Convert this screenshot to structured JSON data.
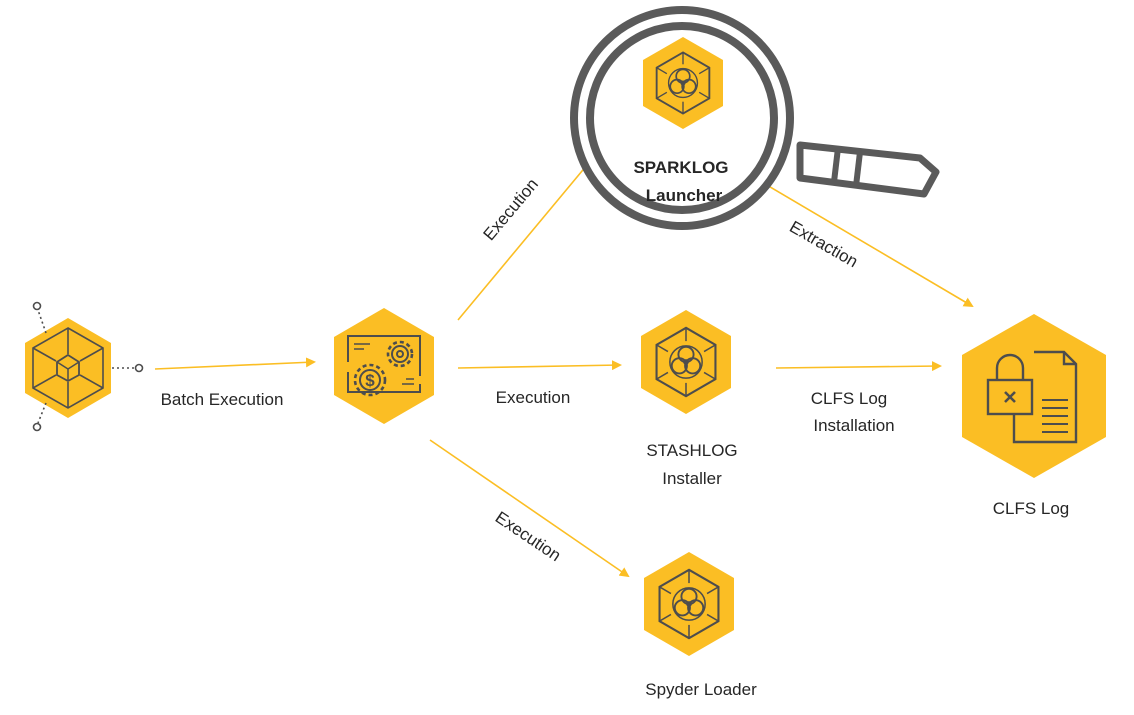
{
  "colors": {
    "accent": "#fbbe24",
    "icon_stroke": "#4d4d4d",
    "magnifier": "#5a5a5a",
    "text": "#262626"
  },
  "nodes": {
    "source": {
      "icon": "cube-network-icon"
    },
    "batch": {
      "icon": "gears-dollar-icon"
    },
    "sparklog": {
      "icon": "biohazard-icon",
      "label_line1": "SPARKLOG",
      "label_line2": "Launcher"
    },
    "stashlog": {
      "icon": "biohazard-icon",
      "label_line1": "STASHLOG",
      "label_line2": "Installer"
    },
    "spyder": {
      "icon": "biohazard-icon",
      "label": "Spyder Loader"
    },
    "clfs": {
      "icon": "locked-document-icon",
      "label": "CLFS Log"
    }
  },
  "edges": {
    "batch_execution": "Batch Execution",
    "execution_top": "Execution",
    "execution_mid": "Execution",
    "execution_bottom": "Execution",
    "extraction": "Extraction",
    "clfs_install_line1": "CLFS Log",
    "clfs_install_line2": "Installation"
  }
}
